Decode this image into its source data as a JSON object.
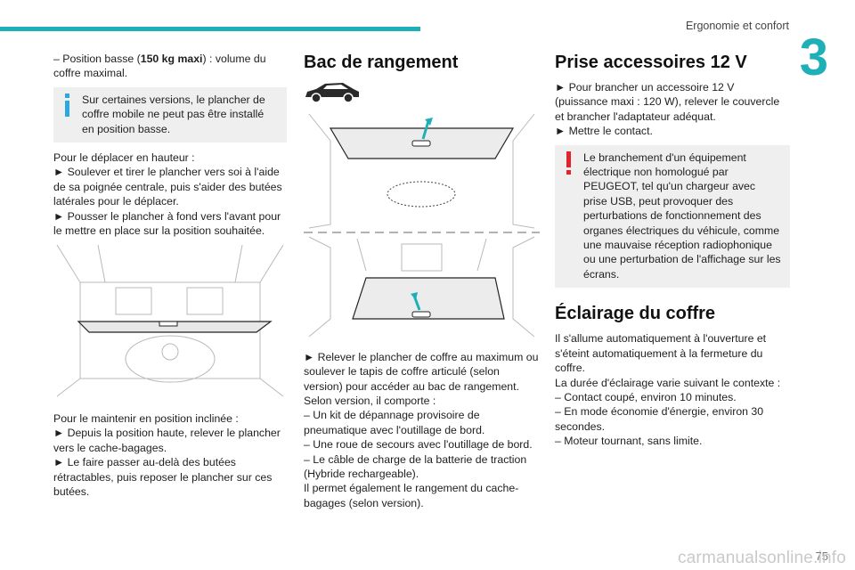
{
  "header": {
    "section_title": "Ergonomie et confort",
    "chapter_number": "3"
  },
  "col1": {
    "line_position_basse": "– Position basse (",
    "line_position_basse_bold": "150 kg maxi",
    "line_position_basse_end": ") : volume du coffre maximal.",
    "info_note": "Sur certaines versions, le plancher de coffre mobile ne peut pas être installé en position basse.",
    "move_up_intro": "Pour le déplacer en hauteur :",
    "move_up_step1": "► Soulever et tirer le plancher vers soi à l'aide de sa poignée centrale, puis s'aider des butées latérales pour le déplacer.",
    "move_up_step2": "► Pousser le plancher à fond vers l'avant pour le mettre en place sur la position souhaitée.",
    "inclined_intro": "Pour le maintenir en position inclinée :",
    "inclined_step1": "► Depuis la position haute, relever le plancher vers le cache-bagages.",
    "inclined_step2": "► Le faire passer au-delà des butées rétractables, puis reposer le plancher sur ces butées."
  },
  "col2": {
    "title": "Bac de rangement",
    "step1": "► Relever le plancher de coffre au maximum ou soulever le tapis de coffre articulé (selon version) pour accéder au bac de rangement.",
    "version_intro": "Selon version, il comporte :",
    "item1": "– Un kit de dépannage provisoire de pneumatique avec l'outillage de bord.",
    "item2": "– Une roue de secours avec l'outillage de bord.",
    "item3": "– Le câble de charge de la batterie de traction (Hybride rechargeable).",
    "closing": "Il permet également le rangement du cache-bagages (selon version)."
  },
  "col3": {
    "title_prise": "Prise accessoires 12 V",
    "prise_step1": "► Pour brancher un accessoire 12 V (puissance maxi : 120 W), relever le couvercle et brancher l'adaptateur adéquat.",
    "prise_step2": "► Mettre le contact.",
    "warning_note": "Le branchement d'un équipement électrique non homologué par PEUGEOT, tel qu'un chargeur avec prise USB, peut provoquer des perturbations de fonctionnement des organes électriques du véhicule, comme une mauvaise réception radiophonique ou une perturbation de l'affichage sur les écrans.",
    "title_eclairage": "Éclairage du coffre",
    "eclairage_text": "Il s'allume automatiquement à l'ouverture et s'éteint automatiquement à la fermeture du coffre.",
    "duration_intro": "La durée d'éclairage varie suivant le contexte :",
    "duration1": "– Contact coupé, environ 10 minutes.",
    "duration2": "– En mode économie d'énergie, environ 30 secondes.",
    "duration3": "– Moteur tournant, sans limite."
  },
  "footer": {
    "page_number": "75",
    "watermark": "carmanualsonline.info"
  },
  "colors": {
    "accent": "#1fb0b7",
    "info_icon": "#2aa8e0",
    "warning_icon": "#e3232b",
    "note_bg": "#efefef"
  }
}
